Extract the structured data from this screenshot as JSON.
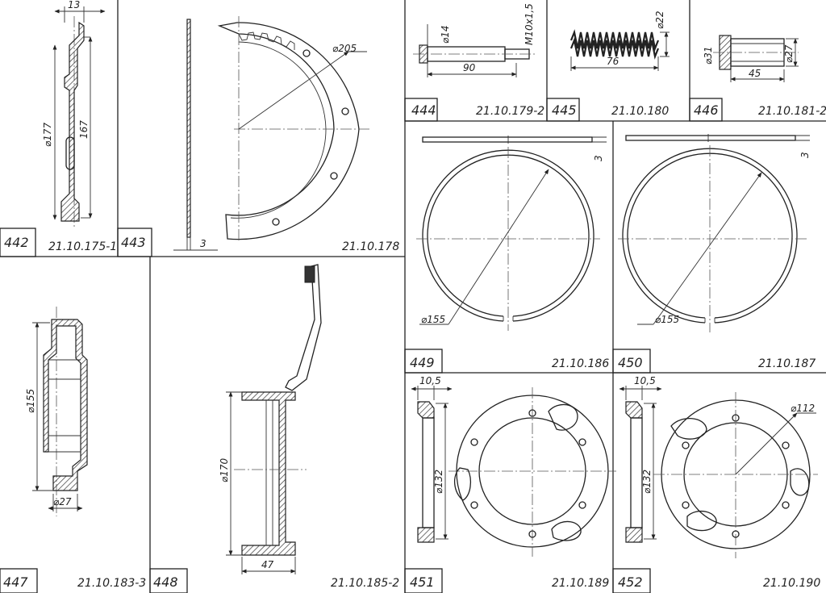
{
  "panels": [
    {
      "num": "442",
      "code": "21.10.175-1",
      "dims": [
        "13",
        "⌀177",
        "167"
      ]
    },
    {
      "num": "443",
      "code": "21.10.178",
      "dims": [
        "3",
        "⌀205"
      ]
    },
    {
      "num": "444",
      "code": "21.10.179-2",
      "dims": [
        "⌀14",
        "M10x1,5",
        "90"
      ]
    },
    {
      "num": "445",
      "code": "21.10.180",
      "dims": [
        "⌀22",
        "76"
      ]
    },
    {
      "num": "446",
      "code": "21.10.181-2",
      "dims": [
        "⌀31",
        "⌀27",
        "45"
      ]
    },
    {
      "num": "447",
      "code": "21.10.183-3",
      "dims": [
        "⌀155",
        "⌀27"
      ]
    },
    {
      "num": "448",
      "code": "21.10.185-2",
      "dims": [
        "⌀170",
        "47"
      ]
    },
    {
      "num": "449",
      "code": "21.10.186",
      "dims": [
        "3",
        "⌀155"
      ]
    },
    {
      "num": "450",
      "code": "21.10.187",
      "dims": [
        "3",
        "⌀155"
      ]
    },
    {
      "num": "451",
      "code": "21.10.189",
      "dims": [
        "10,5",
        "⌀132"
      ]
    },
    {
      "num": "452",
      "code": "21.10.190",
      "dims": [
        "10,5",
        "⌀132",
        "⌀112"
      ]
    }
  ]
}
